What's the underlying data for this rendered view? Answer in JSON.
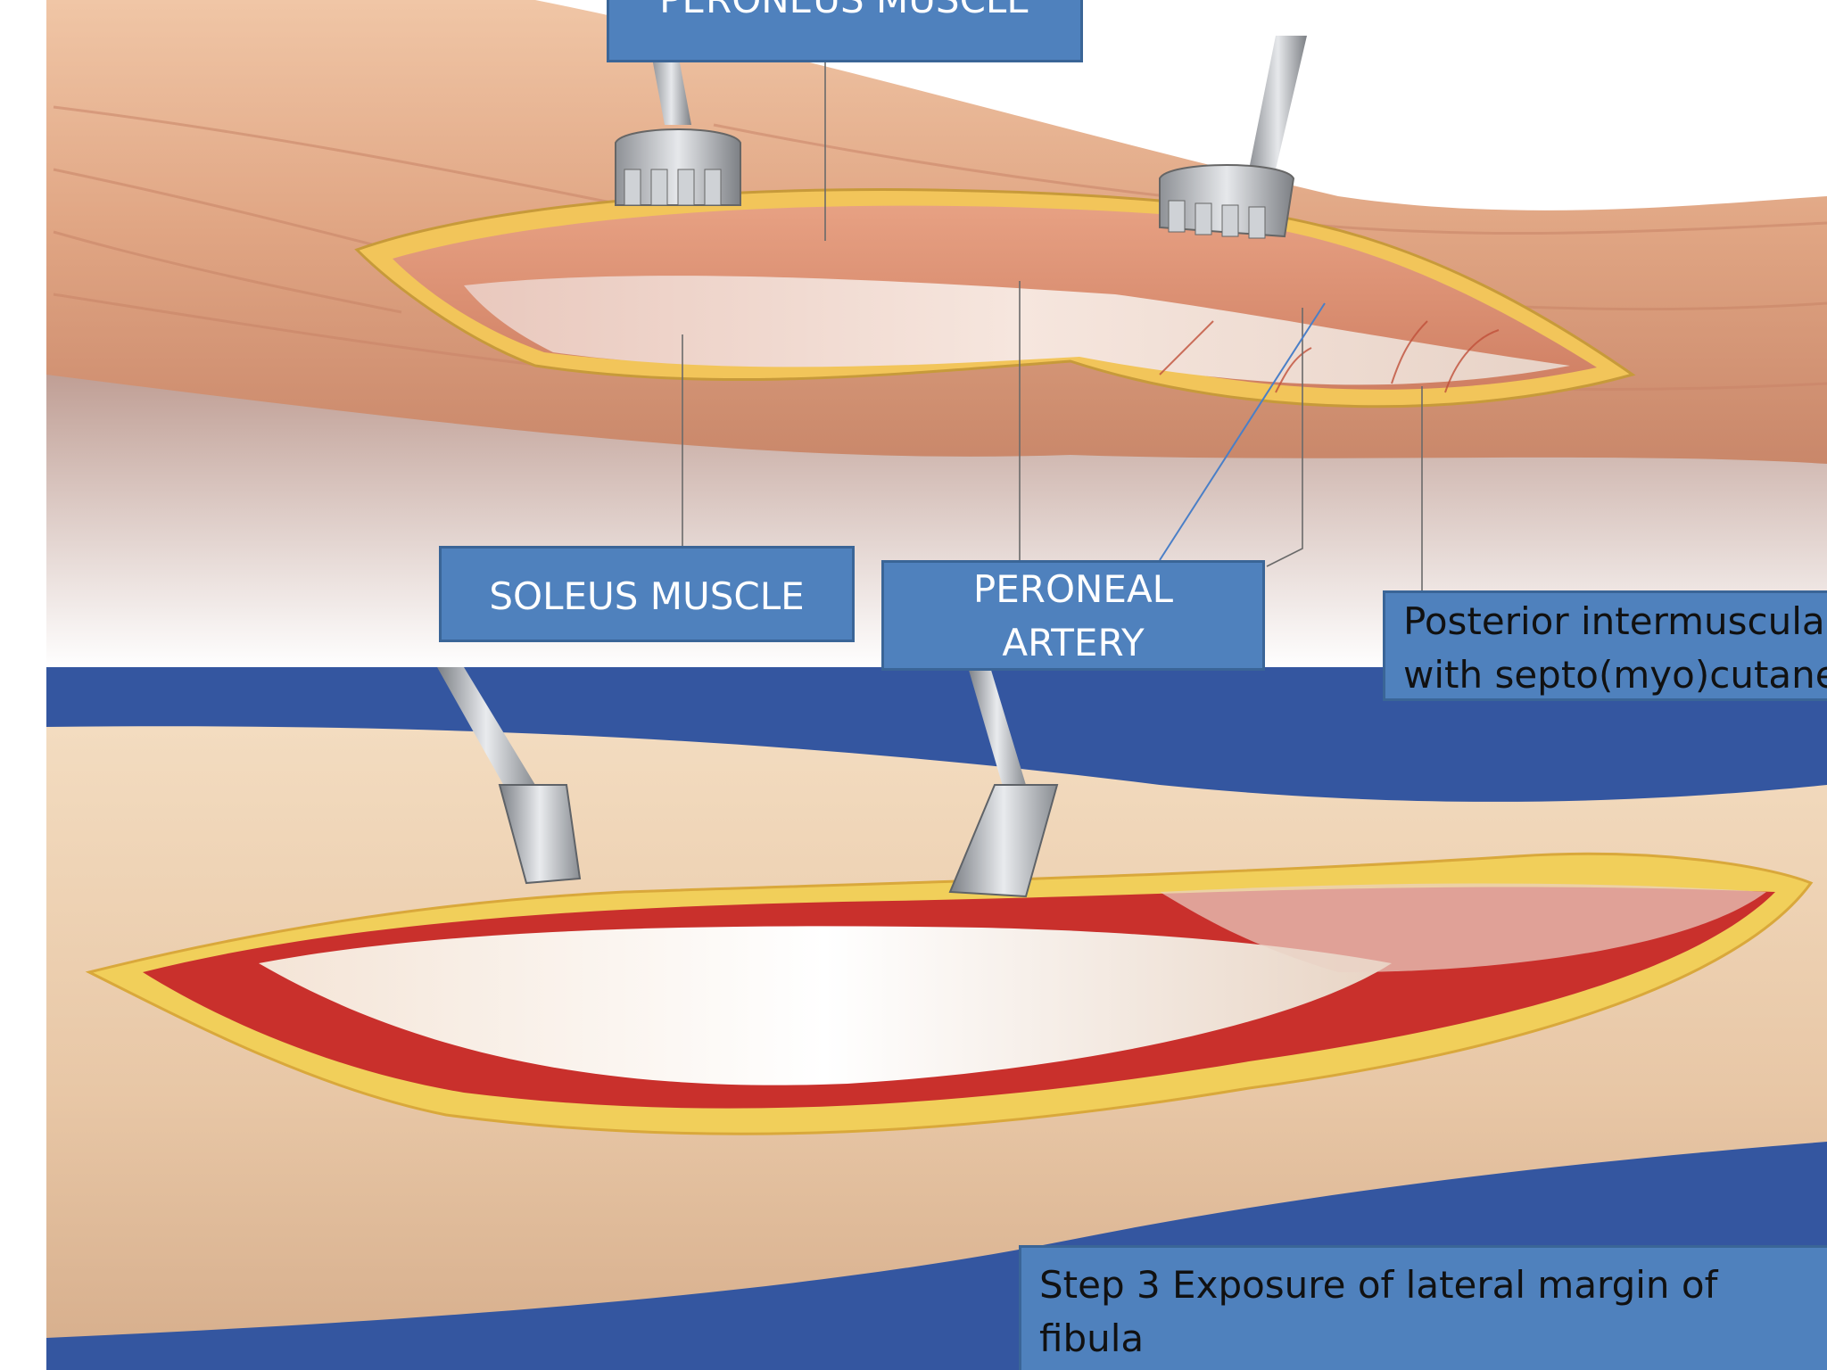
{
  "labels": {
    "peroneus_muscle": "PERONEUS MUSCLE",
    "soleus_muscle": "SOLEUS MUSCLE",
    "peroneal_artery": [
      "PERONEAL",
      "ARTERY"
    ],
    "septum": [
      "Posterior intermuscular septum",
      "with septo(myo)cutaneous perforators"
    ]
  },
  "caption": [
    "Step 3 Exposure of lateral margin of",
    "fibula"
  ],
  "colors": {
    "label_fill": "#4f81bd",
    "label_border": "#3a6597",
    "background_blue": "#3456a0",
    "skin": "#e8b08c",
    "fat_yellow": "#f2c55a",
    "photo_skin": "#eccfae"
  },
  "icons": [
    "retractor-icon",
    "retractor-icon",
    "retractor-icon",
    "retractor-icon"
  ]
}
